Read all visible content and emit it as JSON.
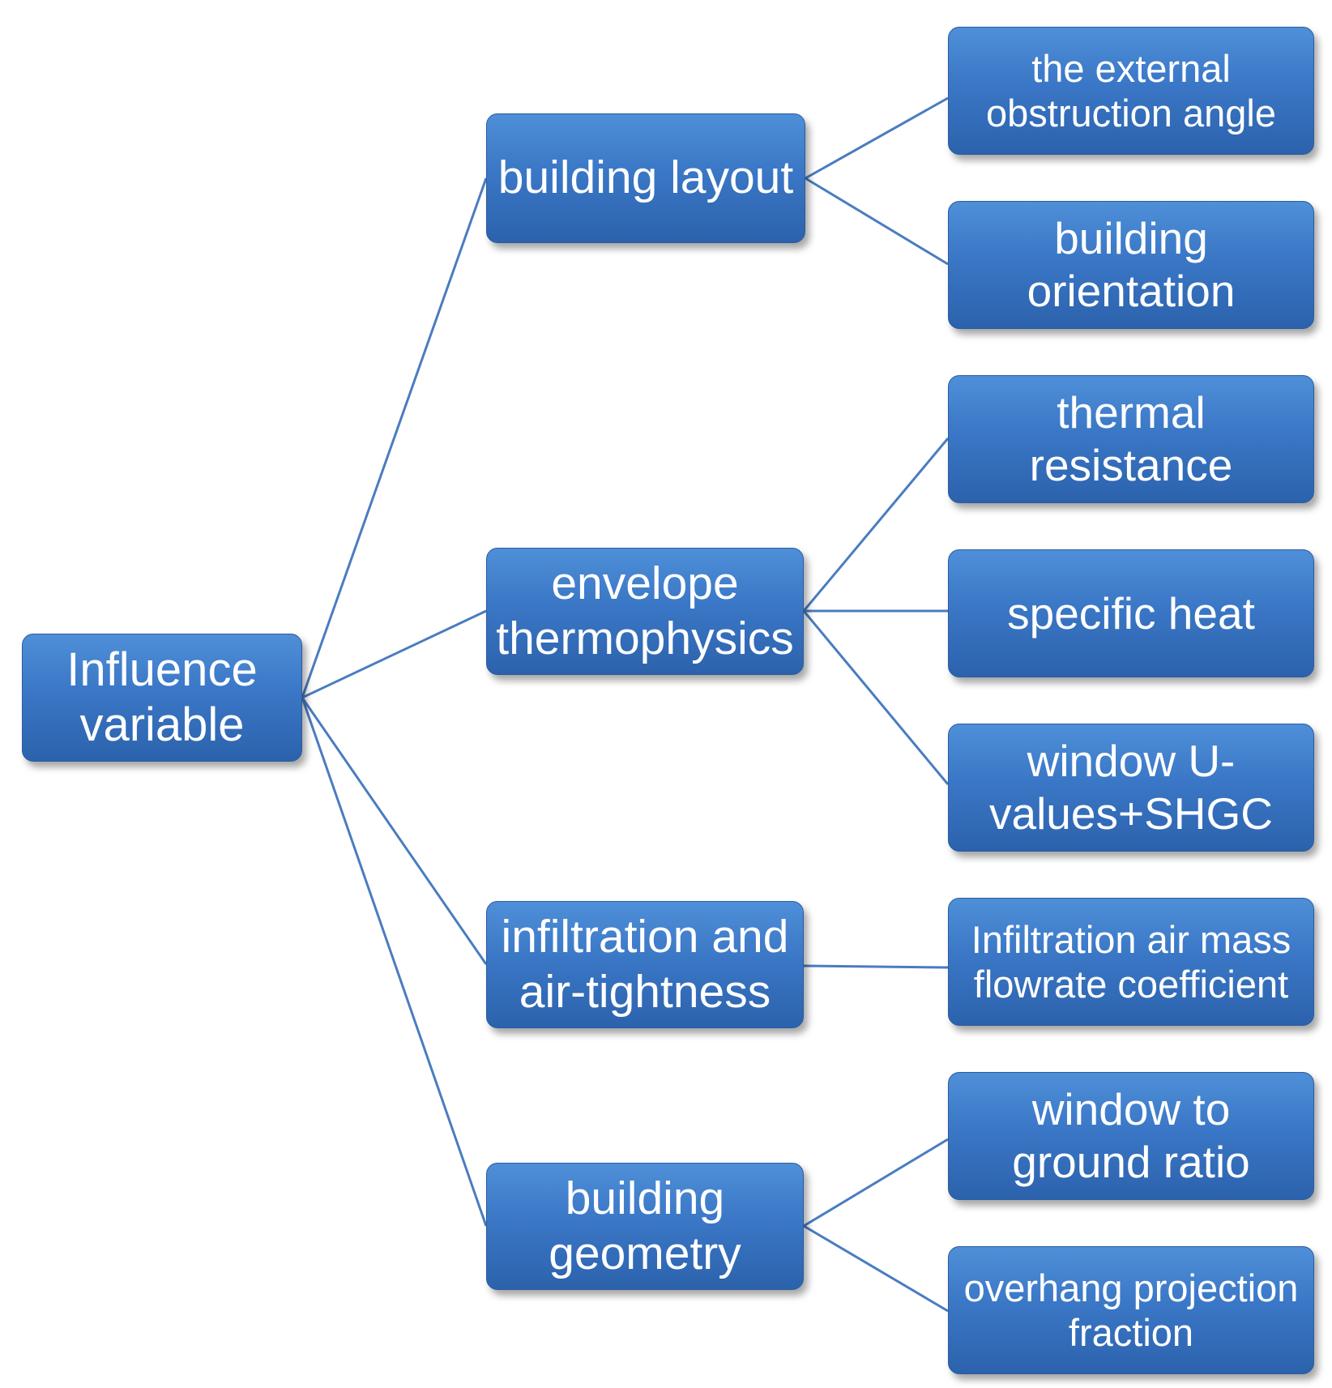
{
  "root": {
    "label": "Influence\nvariable"
  },
  "categories": [
    {
      "label": "building layout"
    },
    {
      "label": "envelope\nthermophysics"
    },
    {
      "label": "infiltration and\nair-tightness"
    },
    {
      "label": "building\ngeometry"
    }
  ],
  "leaves": [
    {
      "label": "the external\nobstruction angle"
    },
    {
      "label": "building\norientation"
    },
    {
      "label": "thermal\nresistance"
    },
    {
      "label": "specific heat"
    },
    {
      "label": "window U-\nvalues+SHGC"
    },
    {
      "label": "Infiltration air mass\nflowrate coefficient"
    },
    {
      "label": "window to\nground ratio"
    },
    {
      "label": "overhang projection\nfraction"
    }
  ]
}
